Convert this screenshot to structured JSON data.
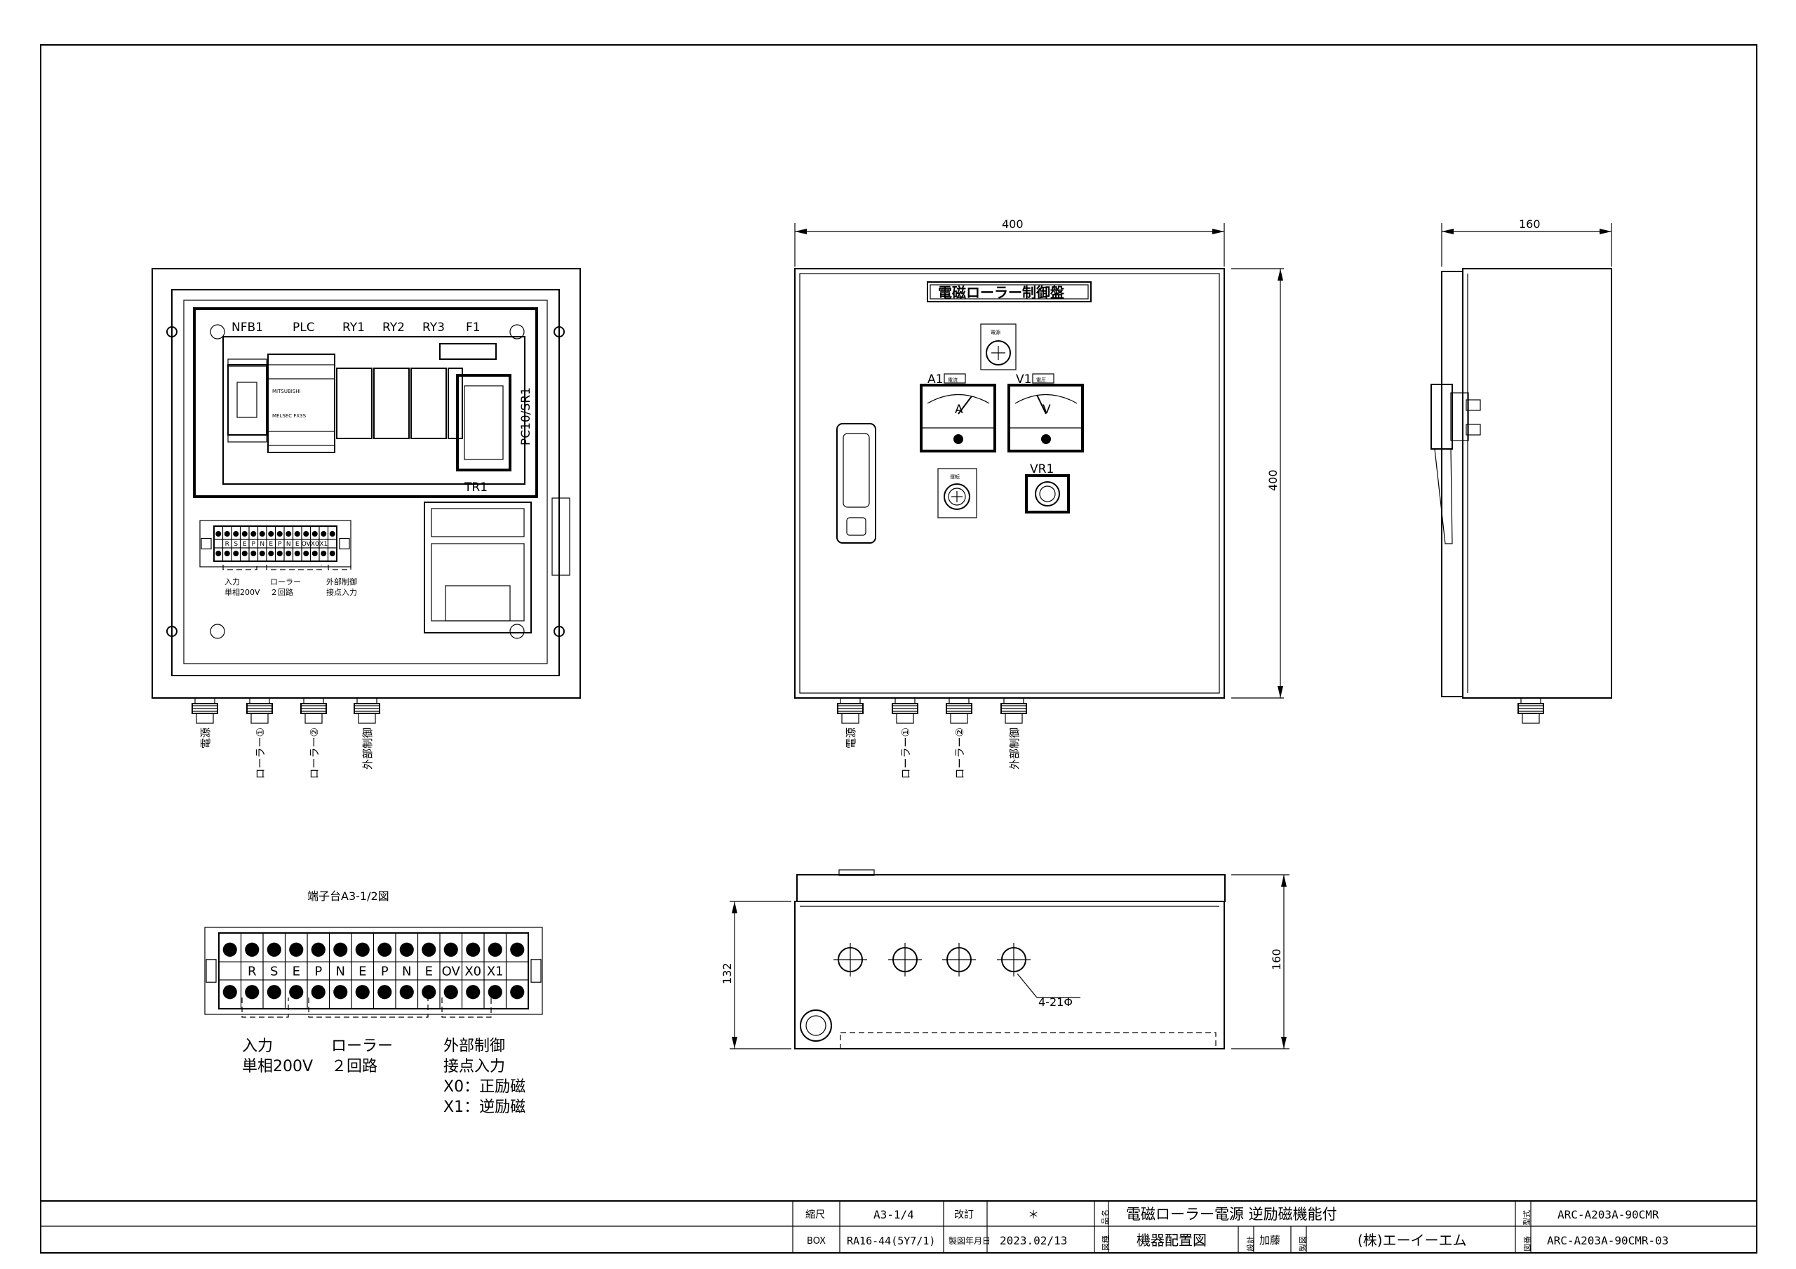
{
  "front_inner": {
    "labels": {
      "nfb1": "NFB1",
      "plc": "PLC",
      "ry1": "RY1",
      "ry2": "RY2",
      "ry3": "RY3",
      "f1": "F1",
      "pc10": "PC10/SR1",
      "tr1": "TR1",
      "plc_brand": "MITSUBISHI",
      "plc_model": "MELSEC FX3S"
    },
    "terminal_small": [
      "R",
      "S",
      "E",
      "P",
      "N",
      "E",
      "P",
      "N",
      "E",
      "OV",
      "X0",
      "X1"
    ],
    "groups_small": {
      "input": "入力",
      "input2": "単相200V",
      "roller": "ローラー",
      "roller2": "２回路",
      "ext": "外部制御",
      "ext2": "接点入力"
    },
    "glands": [
      "電源",
      "ローラー①",
      "ローラー②",
      "外部制御"
    ]
  },
  "front_view": {
    "dim_width": "400",
    "dim_height": "400",
    "nameplate": "電磁ローラー制御盤",
    "lamp_small": "電源",
    "lamp_small2": "運転",
    "a1": "A1",
    "v1": "V1",
    "vr1": "VR1",
    "a1_tag": "電流",
    "v1_tag": "電圧",
    "meter_a": "A",
    "meter_v": "V",
    "glands": [
      "電源",
      "ローラー①",
      "ローラー②",
      "外部制御"
    ]
  },
  "side_view": {
    "dim_depth": "160"
  },
  "bottom_view": {
    "dim_left": "132",
    "dim_right": "160",
    "holes": "4-21Φ"
  },
  "terminal_large": {
    "title": "端子台A3-1/2図",
    "terms": [
      "R",
      "S",
      "E",
      "P",
      "N",
      "E",
      "P",
      "N",
      "E",
      "OV",
      "X0",
      "X1"
    ],
    "group_input": "入力",
    "group_input2": "単相200V",
    "group_roller": "ローラー",
    "group_roller2": "２回路",
    "group_ext": "外部制御",
    "group_ext2": "接点入力",
    "x0_note": "X0：正励磁",
    "x1_note": "X1：逆励磁"
  },
  "title_block": {
    "scale_label": "縮尺",
    "scale": "A3-1/4",
    "rev_label": "改訂",
    "rev": "＊",
    "name_label": "品名",
    "name": "電磁ローラー電源 逆励磁機能付",
    "model_label": "型式",
    "model": "ARC-A203A-90CMR",
    "box_label": "BOX",
    "box": "RA16-44(5Y7/1)",
    "date_label": "製図年月日",
    "date": "2023.02/13",
    "kind_label": "図種",
    "kind": "機器配置図",
    "design_label": "設計",
    "designer": "加藤",
    "drawn_label": "製図",
    "company": "(株)エーイーエム",
    "dwgno_label": "図番",
    "dwgno": "ARC-A203A-90CMR-03"
  }
}
